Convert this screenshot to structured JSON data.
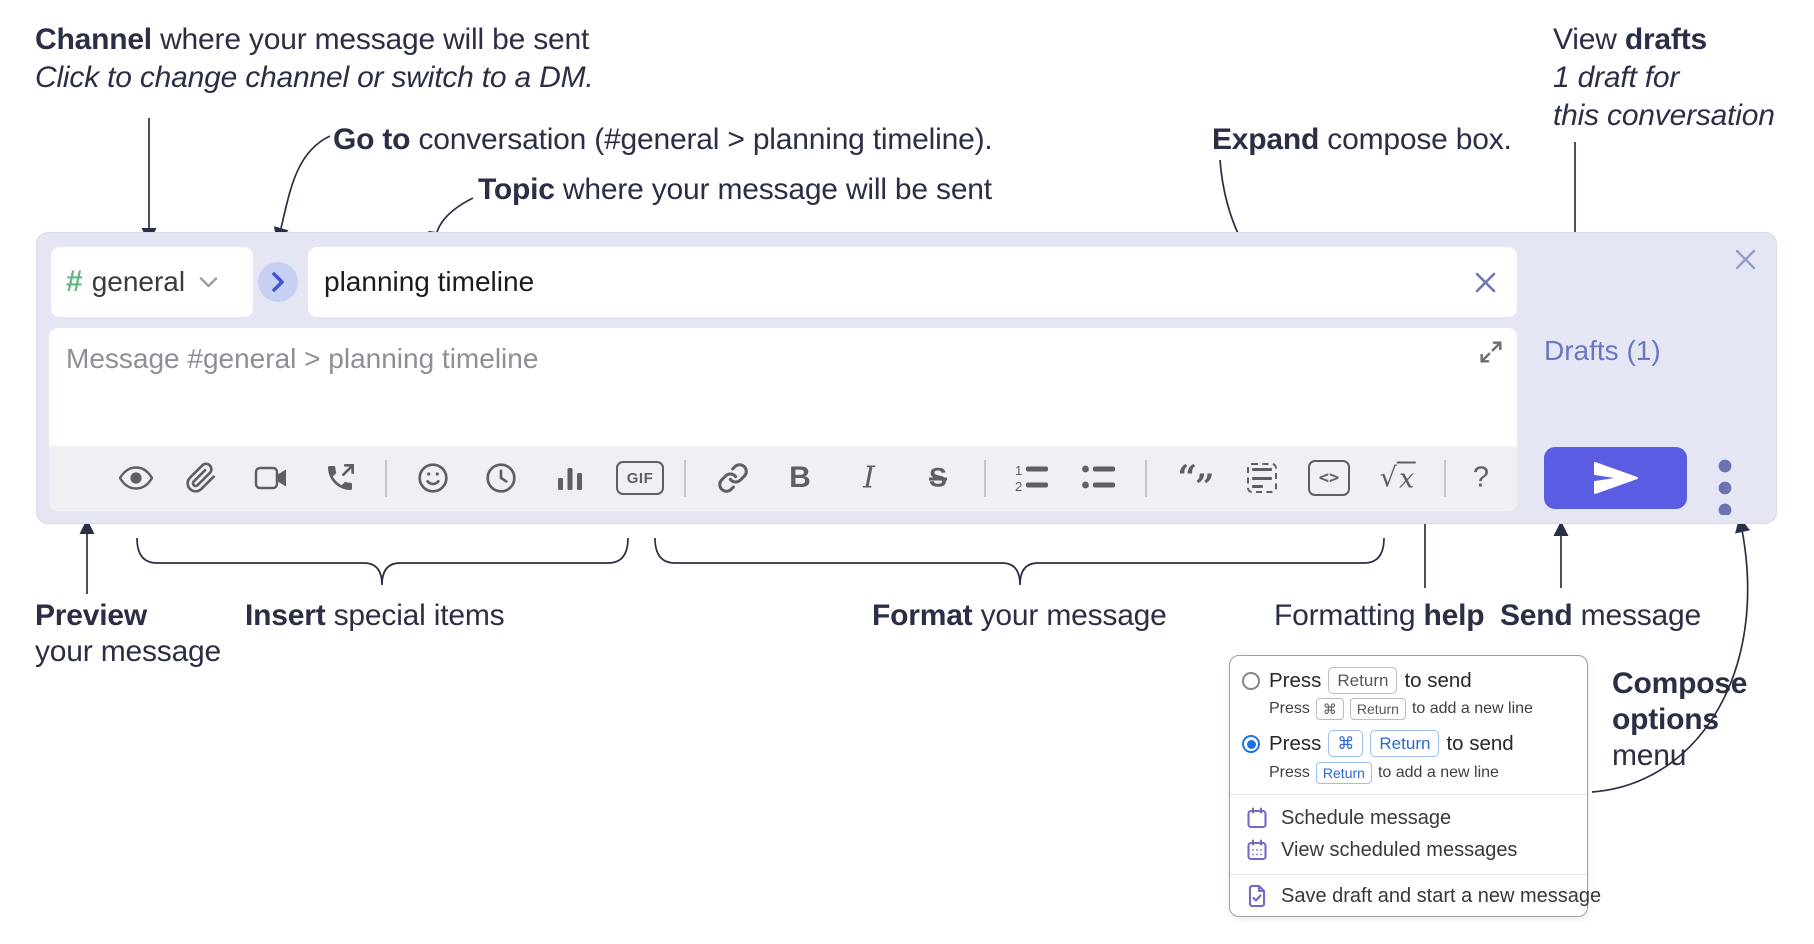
{
  "annotations": {
    "channel": {
      "bold": "Channel",
      "rest": " where your message will be sent",
      "sub": "Click to change channel or switch to a DM."
    },
    "goto": {
      "bold": "Go to",
      "rest": " conversation (#general > planning timeline)."
    },
    "topic": {
      "bold": "Topic",
      "rest": " where your message will be sent"
    },
    "expand": {
      "bold": "Expand",
      "rest": " compose box."
    },
    "drafts": {
      "pre": "View ",
      "bold": "drafts",
      "sub1": "1 draft for",
      "sub2": "this conversation"
    },
    "preview": {
      "bold": "Preview",
      "sub": "your message"
    },
    "insert": {
      "bold": "Insert",
      "rest": " special items"
    },
    "format": {
      "bold": "Format",
      "rest": " your message"
    },
    "formatting_help": {
      "pre": "Formatting ",
      "bold": "help"
    },
    "send": {
      "bold": "Send",
      "rest": " message"
    },
    "compose_options": {
      "bold1": "Compose",
      "bold2": "options",
      "rest": "menu"
    }
  },
  "compose": {
    "channel_hash": "#",
    "channel_name": "general",
    "topic_value": "planning timeline",
    "message_placeholder": "Message #general > planning timeline",
    "drafts_link": "Drafts (1)",
    "glyphs": {
      "gif": "GIF",
      "bold": "B",
      "italic": "I",
      "strike": "S",
      "num1": "1",
      "num2": "2",
      "quote_a": "“",
      "quote_b": "”",
      "code": "<>",
      "sqrt": "√",
      "var": "x",
      "help": "?"
    },
    "icon_names": [
      "preview-eye",
      "attach-paperclip",
      "video-call",
      "voice-call",
      "emoji-smiley",
      "schedule-clock",
      "poll-chart",
      "gif",
      "link",
      "bold",
      "italic",
      "strikethrough",
      "numbered-list",
      "bulleted-list",
      "quote",
      "spoiler",
      "code",
      "math",
      "help"
    ]
  },
  "popup": {
    "opt1": {
      "press": "Press",
      "key": "Return",
      "after": "to send",
      "sub_press": "Press",
      "sub_key1": "⌘",
      "sub_key2": "Return",
      "sub_after": "to add a new line"
    },
    "opt2": {
      "press": "Press",
      "key1": "⌘",
      "key2": "Return",
      "after": "to send",
      "sub_press": "Press",
      "sub_key": "Return",
      "sub_after": "to add a new line"
    },
    "items": [
      {
        "label": "Schedule message"
      },
      {
        "label": "View scheduled messages"
      },
      {
        "label": "Save draft and start a new message"
      }
    ]
  },
  "colors": {
    "annotation_text": "#2a2f45",
    "compose_bg": "#e4e7f3",
    "toolbar_bg": "#eef0f4",
    "icon_gray": "#5c6066",
    "hash_green": "#65b583",
    "goto_circle_bg": "#c7d0f2",
    "goto_chevron": "#4256d0",
    "drafts_link": "#6a76c4",
    "send_button": "#5a5ce2",
    "menu_icon_purple": "#7568c9",
    "key_blue": "#2a69d5",
    "radio_selected": "#1a73e8"
  }
}
